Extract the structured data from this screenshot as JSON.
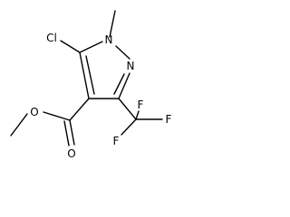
{
  "molecule": {
    "atoms": {
      "chlorine": "Cl",
      "ring_nitrogen_1": "N",
      "ring_nitrogen_2": "N",
      "ester_carbonyl_oxygen": "O",
      "ester_ether_oxygen": "O",
      "fluorine_top": "F",
      "fluorine_left": "F",
      "fluorine_right": "F"
    }
  }
}
